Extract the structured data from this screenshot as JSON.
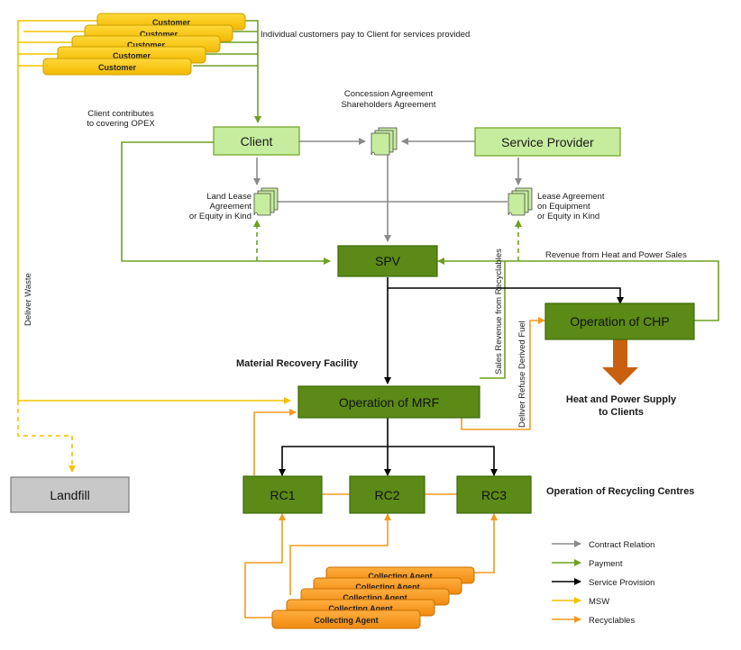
{
  "customers": [
    "Customer",
    "Customer",
    "Customer",
    "Customer",
    "Customer"
  ],
  "collecting_agents": [
    "Collecting Agent",
    "Collecting Agent",
    "Collecting Agent",
    "Collecting Agent",
    "Collecting Agent"
  ],
  "boxes": {
    "client": "Client",
    "service_provider": "Service Provider",
    "spv": "SPV",
    "chp": "Operation of CHP",
    "mrf": "Operation of MRF",
    "rc1": "RC1",
    "rc2": "RC2",
    "rc3": "RC3",
    "landfill": "Landfill"
  },
  "labels": {
    "individual_customers": "Individual customers pay to Client for services provided",
    "concession_1": "Concession Agreement",
    "concession_2": "Shareholders Agreement",
    "client_contrib_1": "Client contributes",
    "client_contrib_2": "to covering OPEX",
    "land_lease_1": "Land Lease",
    "land_lease_2": "Agreement",
    "land_lease_3": "or Equity in Kind",
    "lease_agreement_1": "Lease Agreement",
    "lease_agreement_2": "on Equipment",
    "lease_agreement_3": "or Equity in Kind",
    "revenue_heat_power": "Revenue from Heat and Power Sales",
    "sales_revenue": "Sales Revenue from Recyclables",
    "deliver_rdf": "Deliver Refuse Derived Fuel",
    "deliver_waste": "Deliver Waste",
    "mrf_title": "Material Recovery Facility",
    "heat_power_1": "Heat and Power Supply",
    "heat_power_2": "to Clients",
    "recycling_centres": "Operation of Recycling Centres"
  },
  "legend": [
    {
      "label": "Contract Relation",
      "color": "#8a8a8a"
    },
    {
      "label": "Payment",
      "color": "#6fa01f"
    },
    {
      "label": "Service Provision",
      "color": "#000000"
    },
    {
      "label": "MSW",
      "color": "#f2c200"
    },
    {
      "label": "Recyclables",
      "color": "#f39a1e"
    }
  ],
  "colors": {
    "light_green": "#c6ec9e",
    "dark_green": "#5b8a16",
    "yellow": "#f5c400",
    "orange": "#f7941d",
    "grey_box": "#c8c8c8",
    "brown_arrow": "#c8600f"
  }
}
